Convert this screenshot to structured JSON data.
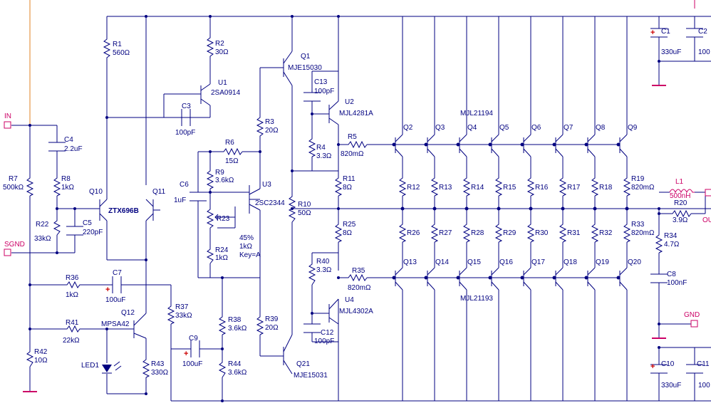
{
  "ports": {
    "in": "IN",
    "sgnd": "SGND",
    "gnd": "GND",
    "out": "OU"
  },
  "parts": {
    "R1": "R1",
    "R1v": "560Ω",
    "R2": "R2",
    "R2v": "30Ω",
    "R3": "R3",
    "R3v": "20Ω",
    "R4": "R4",
    "R4v": "3.3Ω",
    "R5": "R5",
    "R5v": "820mΩ",
    "R6": "R6",
    "R6v": "15Ω",
    "R7": "R7",
    "R7v": "500kΩ",
    "R8": "R8",
    "R8v": "1kΩ",
    "R9": "R9",
    "R9v": "3.6kΩ",
    "R10": "R10",
    "R10v": "50Ω",
    "R11": "R11",
    "R11v": "8Ω",
    "R12": "R12",
    "R13": "R13",
    "R14": "R14",
    "R15": "R15",
    "R16": "R16",
    "R17": "R17",
    "R18": "R18",
    "R19": "R19",
    "R19v": "820mΩ",
    "R20": "R20",
    "R20v": "3.9Ω",
    "R22": "R22",
    "R22v": "33kΩ",
    "R23": "R23",
    "R23pct": "45%",
    "R23v": "1kΩ",
    "R23key": "Key=A",
    "R24": "R24",
    "R24v": "1kΩ",
    "R25": "R25",
    "R25v": "8Ω",
    "R26": "R26",
    "R27": "R27",
    "R28": "R28",
    "R29": "R29",
    "R30": "R30",
    "R31": "R31",
    "R32": "R32",
    "R33": "R33",
    "R33v": "820mΩ",
    "R34": "R34",
    "R34v": "4.7Ω",
    "R35": "R35",
    "R35v": "820mΩ",
    "R36": "R36",
    "R36v": "1kΩ",
    "R37": "R37",
    "R37v": "33kΩ",
    "R38": "R38",
    "R38v": "3.6kΩ",
    "R39": "R39",
    "R39v": "20Ω",
    "R40": "R40",
    "R40v": "3.3Ω",
    "R41": "R41",
    "R41v": "22kΩ",
    "R42": "R42",
    "R42v": "10Ω",
    "R43": "R43",
    "R43v": "330Ω",
    "R44": "R44",
    "R44v": "3.6kΩ",
    "C1": "C1",
    "C1v": "330uF",
    "C2": "C2",
    "C2v": "100",
    "C3": "C3",
    "C3v": "100pF",
    "C4": "C4",
    "C4v": "2.2uF",
    "C5": "C5",
    "C5v": "220pF",
    "C6": "C6",
    "C6v": "1uF",
    "C7": "C7",
    "C7v": "100uF",
    "C8": "C8",
    "C8v": "100nF",
    "C9": "C9",
    "C9v": "100uF",
    "C10": "C10",
    "C10v": "330uF",
    "C11": "C11",
    "C11v": "100",
    "C12": "C12",
    "C12v": "100pF",
    "C13": "C13",
    "C13v": "100pF",
    "L1": "L1",
    "L1v": "500nH",
    "Q1": "Q1",
    "Q1v": "MJE15030",
    "Q21": "Q21",
    "Q21v": "MJE15031",
    "Q10": "Q10",
    "Q10v": "ZTX696B",
    "Q11": "Q11",
    "Q12": "Q12",
    "Q12v": "MPSA42",
    "U1": "U1",
    "U1v": "2SA0914",
    "U2": "U2",
    "U2v": "MJL4281A",
    "U3": "U3",
    "U3v": "2SC2344",
    "U4": "U4",
    "U4v": "MJL4302A",
    "LED1": "LED1",
    "Q2": "Q2",
    "Q3": "Q3",
    "Q4": "Q4",
    "Q5": "Q5",
    "Q6": "Q6",
    "Q7": "Q7",
    "Q8": "Q8",
    "Q9": "Q9",
    "Q13": "Q13",
    "Q14": "Q14",
    "Q15": "Q15",
    "Q16": "Q16",
    "Q17": "Q17",
    "Q18": "Q18",
    "Q19": "Q19",
    "Q20": "Q20",
    "npnOut": "MJL21194",
    "pnpOut": "MJL21193",
    "plus": "+"
  }
}
